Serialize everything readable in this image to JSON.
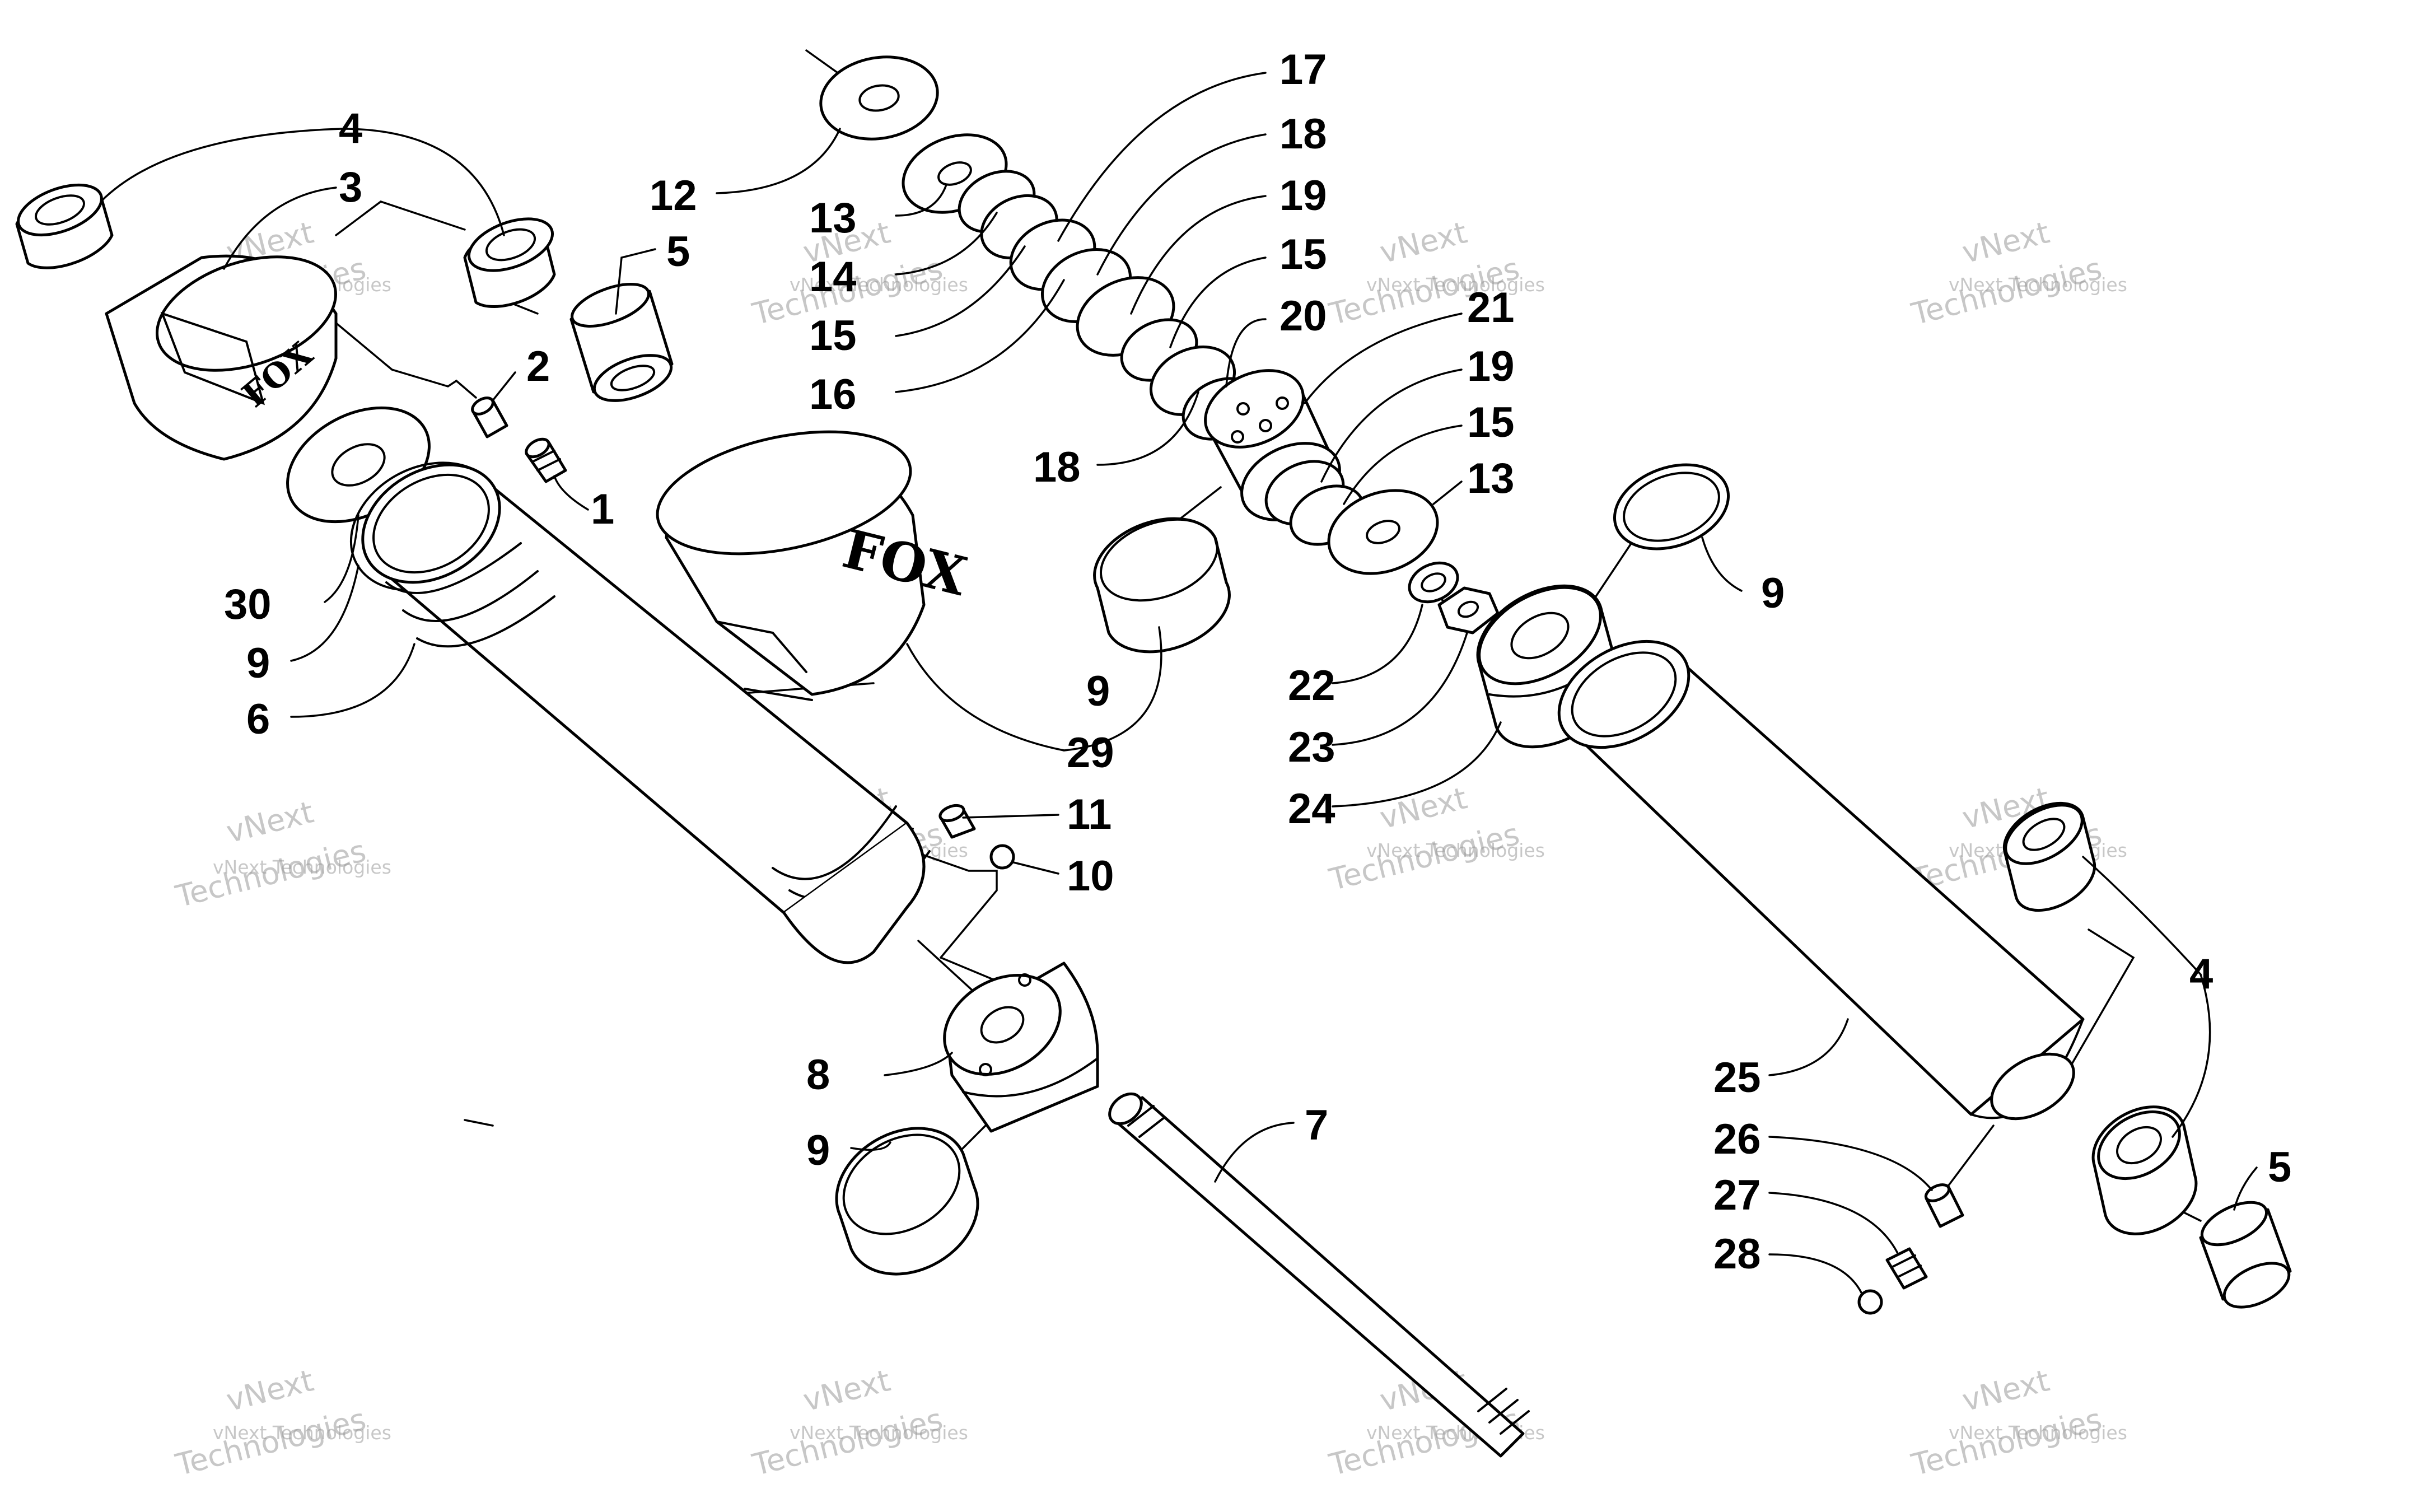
{
  "watermark": {
    "line1": "vNext Technologies",
    "line2": "vNext",
    "line3": "Technologies"
  },
  "brand_marks": {
    "brand": "FOX"
  },
  "callouts": [
    {
      "id": "c4a",
      "text": "4"
    },
    {
      "id": "c3",
      "text": "3"
    },
    {
      "id": "c12",
      "text": "12"
    },
    {
      "id": "c5a",
      "text": "5"
    },
    {
      "id": "c2",
      "text": "2"
    },
    {
      "id": "c1",
      "text": "1"
    },
    {
      "id": "c13a",
      "text": "13"
    },
    {
      "id": "c14",
      "text": "14"
    },
    {
      "id": "c15a",
      "text": "15"
    },
    {
      "id": "c16",
      "text": "16"
    },
    {
      "id": "c17",
      "text": "17"
    },
    {
      "id": "c18a",
      "text": "18"
    },
    {
      "id": "c19a",
      "text": "19"
    },
    {
      "id": "c15b",
      "text": "15"
    },
    {
      "id": "c20",
      "text": "20"
    },
    {
      "id": "c21",
      "text": "21"
    },
    {
      "id": "c19b",
      "text": "19"
    },
    {
      "id": "c15c",
      "text": "15"
    },
    {
      "id": "c18b",
      "text": "18"
    },
    {
      "id": "c13b",
      "text": "13"
    },
    {
      "id": "c30",
      "text": "30"
    },
    {
      "id": "c9a",
      "text": "9"
    },
    {
      "id": "c6",
      "text": "6"
    },
    {
      "id": "c9b",
      "text": "9"
    },
    {
      "id": "c29",
      "text": "29"
    },
    {
      "id": "c9c",
      "text": "9"
    },
    {
      "id": "c22",
      "text": "22"
    },
    {
      "id": "c23",
      "text": "23"
    },
    {
      "id": "c24",
      "text": "24"
    },
    {
      "id": "c11",
      "text": "11"
    },
    {
      "id": "c10",
      "text": "10"
    },
    {
      "id": "c4b",
      "text": "4"
    },
    {
      "id": "c25",
      "text": "25"
    },
    {
      "id": "c8",
      "text": "8"
    },
    {
      "id": "c7",
      "text": "7"
    },
    {
      "id": "c9d",
      "text": "9"
    },
    {
      "id": "c26",
      "text": "26"
    },
    {
      "id": "c27",
      "text": "27"
    },
    {
      "id": "c28",
      "text": "28"
    },
    {
      "id": "c5b",
      "text": "5"
    }
  ]
}
